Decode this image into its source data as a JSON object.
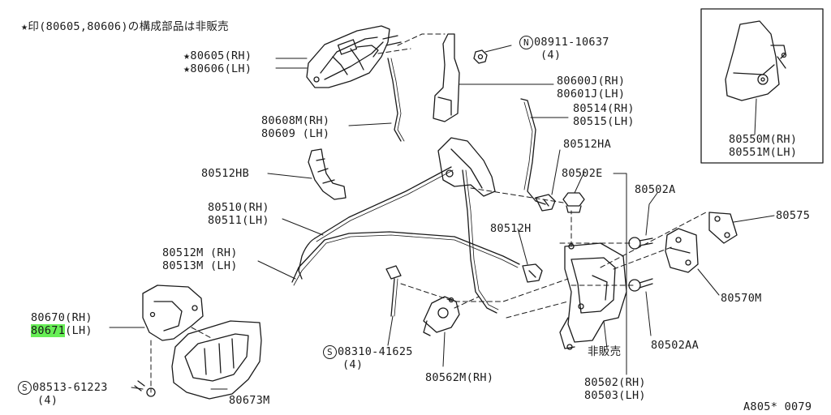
{
  "header_note": "★印(80605,80606)の構成部品は非販売",
  "parts": {
    "p80605": {
      "line1": "★80605(RH)",
      "line2": "★80606(LH)"
    },
    "p80608": {
      "line1": "80608M(RH)",
      "line2": "80609 (LH)"
    },
    "p80512hb": {
      "line1": "80512HB"
    },
    "p80510": {
      "line1": "80510(RH)",
      "line2": "80511(LH)"
    },
    "p80512m": {
      "line1": "80512M (RH)",
      "line2": "80513M (LH)"
    },
    "p80670": {
      "line1": "80670(RH)",
      "line2_hl": "80671",
      "line2_rest": "(LH)"
    },
    "p08513": {
      "circle": "S",
      "line1": "08513-61223",
      "line2": "(4)"
    },
    "p80673": {
      "line1": "80673M"
    },
    "p08310": {
      "circle": "S",
      "line1": "08310-41625",
      "line2": "(4)"
    },
    "p80562": {
      "line1": "80562M(RH)"
    },
    "p08911": {
      "circle": "N",
      "line1": "08911-10637",
      "line2": "(4)"
    },
    "p80600": {
      "line1": "80600J(RH)",
      "line2": "80601J(LH)"
    },
    "p80514": {
      "line1": "80514(RH)",
      "line2": "80515(LH)"
    },
    "p80512ha": {
      "line1": "80512HA"
    },
    "p80502e": {
      "line1": "80502E"
    },
    "p80502a": {
      "line1": "80502A"
    },
    "p80512h": {
      "line1": "80512H"
    },
    "p80575": {
      "line1": "80575"
    },
    "p80570": {
      "line1": "80570M"
    },
    "p80502aa": {
      "line1": "80502AA"
    },
    "p_not_sold": {
      "line1": "非販売"
    },
    "p80502": {
      "line1": "80502(RH)",
      "line2": "80503(LH)"
    },
    "p80550": {
      "line1": "80550M(RH)",
      "line2": "80551M(LH)"
    }
  },
  "footer_code": "A805* 0079"
}
